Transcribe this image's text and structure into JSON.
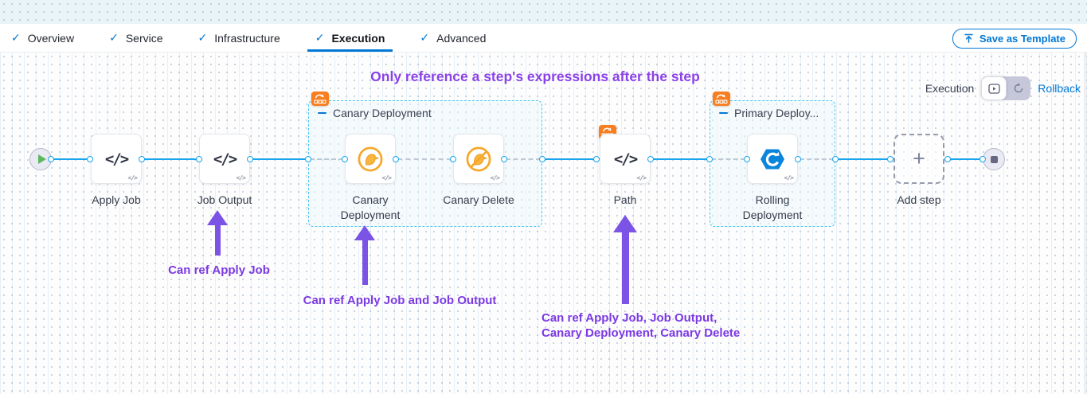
{
  "tabs": {
    "items": [
      {
        "label": "Overview",
        "completed": true,
        "active": false
      },
      {
        "label": "Service",
        "completed": true,
        "active": false
      },
      {
        "label": "Infrastructure",
        "completed": true,
        "active": false
      },
      {
        "label": "Execution",
        "completed": true,
        "active": true
      },
      {
        "label": "Advanced",
        "completed": true,
        "active": false
      }
    ]
  },
  "toolbar": {
    "save_as_template_label": "Save as Template"
  },
  "canvas": {
    "heading": "Only reference a step's expressions after the step",
    "mode_toggle": {
      "label": "Execution",
      "rollback_label": "Rollback"
    },
    "pipeline": {
      "steps": [
        {
          "label": "Apply Job",
          "icon": "code"
        },
        {
          "label": "Job Output",
          "icon": "code"
        },
        {
          "label": "Canary Deployment",
          "icon": "canary"
        },
        {
          "label": "Canary Delete",
          "icon": "canary-delete"
        },
        {
          "label": "Path",
          "icon": "code"
        },
        {
          "label": "Rolling Deployment",
          "icon": "rolling-deployment"
        },
        {
          "label": "Add step",
          "icon": "plus"
        }
      ],
      "groups": [
        {
          "name": "Canary Deployment"
        },
        {
          "name": "Primary Deploy..."
        }
      ]
    },
    "annotations": [
      {
        "text": "Can ref Apply Job"
      },
      {
        "text": "Can ref Apply Job and Job Output"
      },
      {
        "lines": [
          "Can ref Apply Job, Job Output,",
          "Canary Deployment, Canary Delete"
        ]
      }
    ]
  },
  "icons": {
    "check": "✓",
    "plus": "+",
    "code": "</>",
    "sub_code": "</>"
  },
  "colors": {
    "primary_blue": "#0278d5",
    "connector_blue": "#16a5ee",
    "group_border": "#49c6f2",
    "purple_heading": "#8a42e8",
    "purple_text": "#7c3ae3",
    "arrow_purple": "#7b54e6",
    "badge_orange": "#f87e1f",
    "canary_orange": "#f7a82b",
    "rolling_blue": "#0a85dc"
  }
}
